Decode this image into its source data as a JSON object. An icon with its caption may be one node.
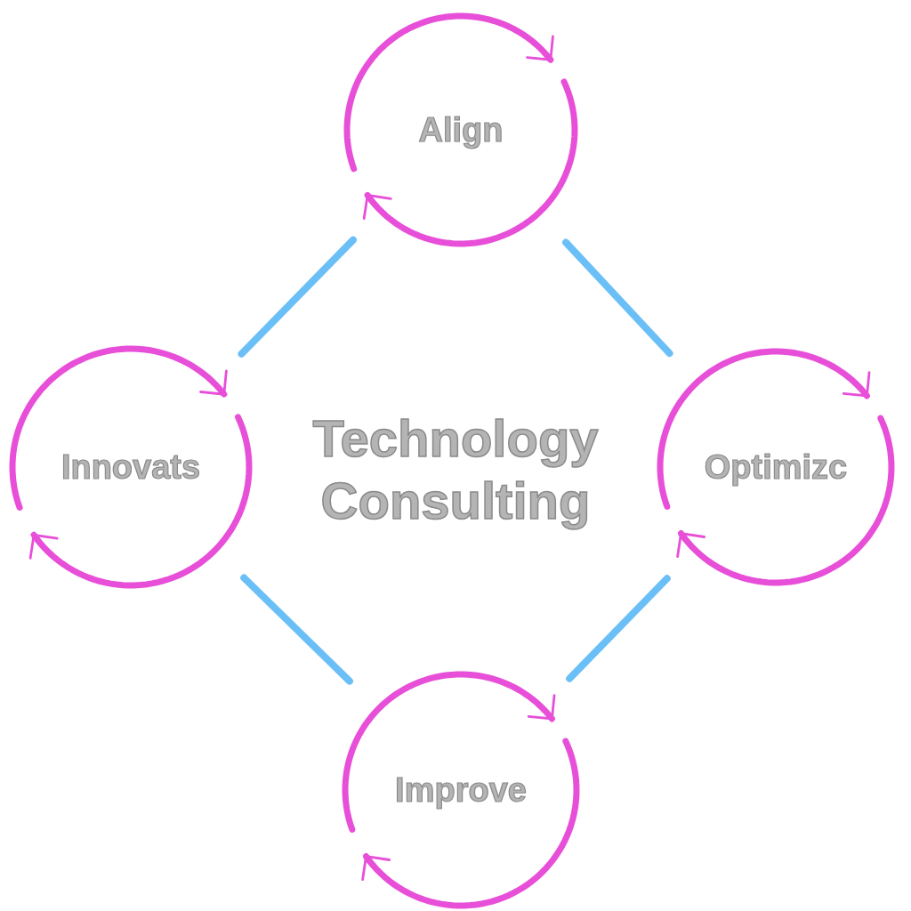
{
  "diagram": {
    "title": "Technology Consulting",
    "nodes": [
      {
        "text": [
          "Align"
        ]
      },
      {
        "text": [
          "Innovats"
        ]
      },
      {
        "text": [
          "Optimizc"
        ]
      },
      {
        "text": [
          "Improve"
        ]
      }
    ],
    "edges": [
      {
        "from": 0,
        "to": 1,
        "arrow": "none"
      },
      {
        "from": 0,
        "to": 2,
        "arrow": "none"
      },
      {
        "from": 1,
        "to": 3,
        "arrow": "none"
      },
      {
        "from": 2,
        "to": 3,
        "arrow": "none"
      }
    ]
  }
}
